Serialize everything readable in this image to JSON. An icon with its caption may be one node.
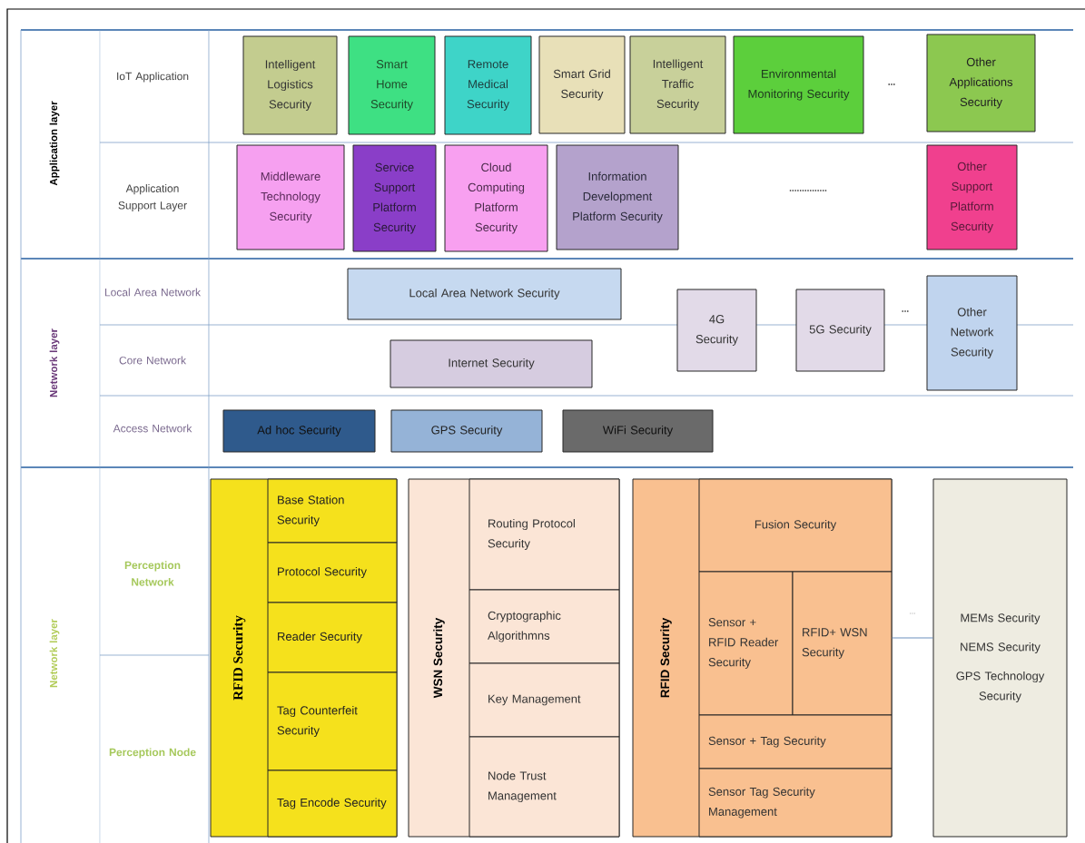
{
  "diagram": {
    "nodes": [
      {
        "text": [
          "Intelligent Logistics Security"
        ]
      },
      {
        "text": [
          "Smart Home Security"
        ]
      },
      {
        "text": [
          "Remote Medical Security"
        ]
      },
      {
        "text": [
          "Smart Grid Security"
        ]
      },
      {
        "text": [
          "Intelligent Traffic Security"
        ]
      },
      {
        "text": [
          "Environmental Monitoring Security"
        ]
      },
      {
        "text": [
          "Other Applications Security"
        ]
      },
      {
        "text": [
          "Middleware Technology Security"
        ]
      },
      {
        "text": [
          "Service Support Platform Security"
        ]
      },
      {
        "text": [
          "Cloud Computing Platform Security"
        ]
      },
      {
        "text": [
          "Information Development Platform Security"
        ]
      },
      {
        "text": [
          "Other Support Platform Security"
        ]
      },
      {
        "text": [
          "Local Area Network Security"
        ]
      },
      {
        "text": [
          "4G Security"
        ]
      },
      {
        "text": [
          "5G Security"
        ]
      },
      {
        "text": [
          "Other Network Security"
        ]
      },
      {
        "text": [
          "Internet Security"
        ]
      },
      {
        "text": [
          "Ad hoc Security"
        ]
      },
      {
        "text": [
          "GPS Security"
        ]
      },
      {
        "text": [
          "WiFi Security"
        ]
      },
      {
        "text": [
          "RFID Security"
        ]
      },
      {
        "text": [
          "Base Station Security"
        ],
        "in": 20
      },
      {
        "text": [
          "Protocol Security"
        ],
        "in": 20
      },
      {
        "text": [
          "Reader Security"
        ],
        "in": 20
      },
      {
        "text": [
          "Tag Counterfeit Security"
        ],
        "in": 20
      },
      {
        "text": [
          "Tag Encode Security"
        ],
        "in": 20
      },
      {
        "text": [
          "WSN Security"
        ]
      },
      {
        "text": [
          "Routing Protocol Security"
        ],
        "in": 26
      },
      {
        "text": [
          "Cryptographic Algorithmns"
        ],
        "in": 26
      },
      {
        "text": [
          "Key Management"
        ],
        "in": 26
      },
      {
        "text": [
          "Node Trust Management"
        ],
        "in": 26
      },
      {
        "text": [
          "RFID Security"
        ]
      },
      {
        "text": [
          "Fusion Security"
        ],
        "in": 31
      },
      {
        "text": [
          "Sensor + RFID Reader Security"
        ],
        "in": 31
      },
      {
        "text": [
          "RFID+ WSN Security"
        ],
        "in": 31
      },
      {
        "text": [
          "Sensor + Tag Security"
        ],
        "in": 31
      },
      {
        "text": [
          "Sensor Tag Security Management"
        ],
        "in": 31
      },
      {
        "text": [
          "MEMs Security",
          "NEMS Security",
          "GPS Technology Security"
        ]
      }
    ],
    "edges": [
      {
        "from": 31,
        "to": 37,
        "arrow": "none"
      }
    ],
    "labels": [
      "Application layer",
      "IoT Application",
      "...",
      "Application Support Layer",
      "...............",
      "Network layer",
      "Local Area Network",
      "...",
      "Core Network",
      "Access Network",
      "Network layer",
      "Perception Network",
      "...",
      "Perception Node"
    ]
  }
}
